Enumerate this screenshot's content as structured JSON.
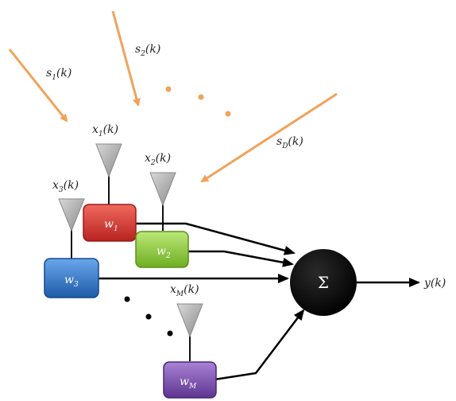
{
  "sources": [
    {
      "symbol": "s",
      "sub": "1",
      "arg": "(k)"
    },
    {
      "symbol": "s",
      "sub": "2",
      "arg": "(k)"
    },
    {
      "symbol": "s",
      "sub": "D",
      "arg": "(k)"
    }
  ],
  "sensors": [
    {
      "symbol": "x",
      "sub": "1",
      "arg": "(k)"
    },
    {
      "symbol": "x",
      "sub": "2",
      "arg": "(k)"
    },
    {
      "symbol": "x",
      "sub": "3",
      "arg": "(k)"
    },
    {
      "symbol": "x",
      "sub": "M",
      "arg": "(k)"
    }
  ],
  "weights": [
    {
      "symbol": "w",
      "sub": "1"
    },
    {
      "symbol": "w",
      "sub": "2"
    },
    {
      "symbol": "w",
      "sub": "3"
    },
    {
      "symbol": "w",
      "sub": "M"
    }
  ],
  "summer": {
    "symbol": "Σ"
  },
  "output": {
    "label": "y(k)"
  },
  "colors": {
    "arrow_orange": "#f0a25a",
    "weight_red": "#d6352f",
    "weight_green": "#8ccb3a",
    "weight_blue": "#2f74c8",
    "weight_purple": "#7b4bb0",
    "sensor_gray": "#a9a9a9",
    "summer_black": "#000000"
  }
}
